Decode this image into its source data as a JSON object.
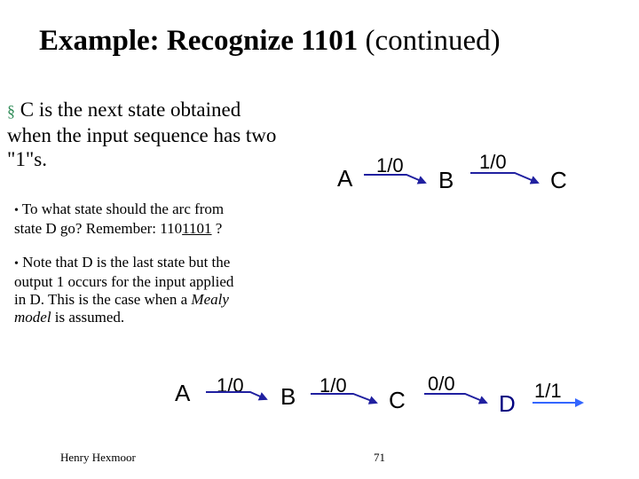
{
  "title": {
    "bold": "Example: Recognize 1101",
    "normal": "(continued)"
  },
  "bullet1": {
    "marker": "§",
    "lines": [
      "C is the next state obtained",
      "when the input sequence has two",
      "\"1\"s."
    ]
  },
  "bullet2": {
    "marker": "•",
    "line1": "To what state should the arc from",
    "line2_pre": "state D go? Remember:",
    "seq_a": "110",
    "seq_b": "1101",
    "line2_post": "?"
  },
  "bullet3": {
    "marker": "•",
    "line1": "Note that D is the last state but the",
    "line2": "output 1 occurs for the input applied",
    "line3_pre": "in D. This is the case when a",
    "line3_em": "Mealy",
    "line4_em": "model",
    "line4_post": "is assumed."
  },
  "diagram_top": {
    "states": [
      "A",
      "B",
      "C"
    ],
    "labels": [
      "1/0",
      "1/0"
    ]
  },
  "diagram_bottom": {
    "states": [
      "A",
      "B",
      "C",
      "D"
    ],
    "labels": [
      "1/0",
      "1/0",
      "0/0",
      "1/1"
    ]
  },
  "footer": {
    "author": "Henry Hexmoor",
    "page": "71"
  },
  "colors": {
    "arrow": "#2020a0",
    "arrow_last": "#3366ff",
    "bullet1": "#2e8b57",
    "state_d": "#000080"
  }
}
